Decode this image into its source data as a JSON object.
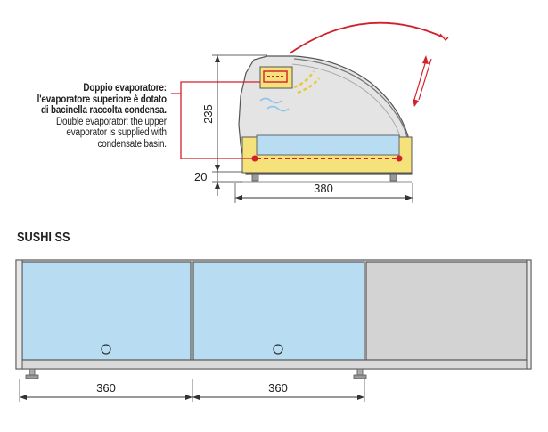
{
  "note": {
    "it_lines": [
      "Doppio evaporatore:",
      "l'evaporatore superiore è dotato",
      "di bacinella raccolta condensa."
    ],
    "en_lines": [
      "Double evaporator: the upper",
      "evaporator is supplied with",
      "condensate basin."
    ]
  },
  "dimensions": {
    "height": "235",
    "foot": "20",
    "depth": "380",
    "module_1": "360",
    "module_2": "360"
  },
  "model": "SUSHI SS",
  "colors": {
    "glass": "#b8dcf2",
    "evaporator": "#f5e27a",
    "refrigerant_line": "#d2202a",
    "body": "#e6e6e6",
    "outline": "#555555"
  }
}
